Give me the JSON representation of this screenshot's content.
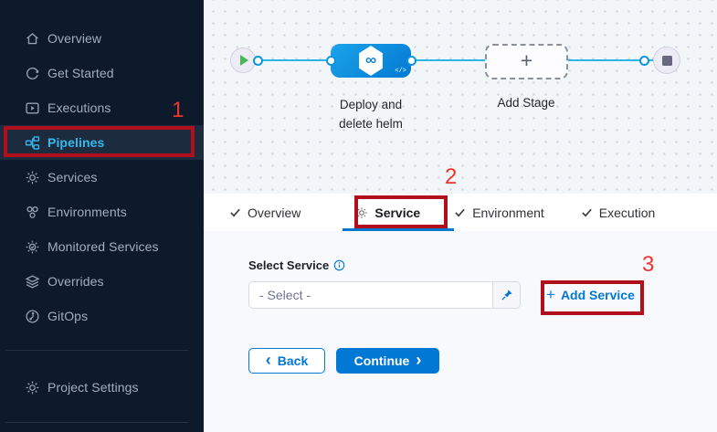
{
  "sidebar": {
    "items": [
      {
        "label": "Overview",
        "icon": "home"
      },
      {
        "label": "Get Started",
        "icon": "get-started"
      },
      {
        "label": "Executions",
        "icon": "executions"
      },
      {
        "label": "Pipelines",
        "icon": "pipelines",
        "active": true
      },
      {
        "label": "Services",
        "icon": "services"
      },
      {
        "label": "Environments",
        "icon": "environments"
      },
      {
        "label": "Monitored Services",
        "icon": "monitored-services"
      },
      {
        "label": "Overrides",
        "icon": "overrides"
      },
      {
        "label": "GitOps",
        "icon": "gitops"
      }
    ],
    "footer_item": {
      "label": "Project Settings",
      "icon": "gear"
    }
  },
  "pipeline_canvas": {
    "stage_label": "Deploy and delete helm",
    "add_stage_label": "Add Stage",
    "infinity_glyph": "∞",
    "stage_code_glyph": "</>"
  },
  "tabs": {
    "items": [
      {
        "label": "Overview",
        "icon": "check"
      },
      {
        "label": "Service",
        "icon": "gear",
        "active": true
      },
      {
        "label": "Environment",
        "icon": "check"
      },
      {
        "label": "Execution",
        "icon": "check"
      }
    ]
  },
  "form": {
    "select_service_label": "Select Service",
    "select_placeholder": "- Select -",
    "add_service_plus": "+",
    "add_service_label": "Add Service"
  },
  "footer_buttons": {
    "back_chevron": "‹",
    "back_label": "Back",
    "continue_label": "Continue",
    "continue_chevron": "›"
  },
  "annotations": {
    "step1": "1",
    "step2": "2",
    "step3": "3"
  },
  "colors": {
    "primary_blue": "#0278d5",
    "node_blue": "#0b87dd",
    "flow_line_cyan": "#2bb6ea",
    "active_nav_cyan": "#35b9ee",
    "annotation_box_red": "#b20f1d",
    "annotation_digit_red": "#ee352b",
    "sidebar_bg": "#0c1a2b"
  }
}
